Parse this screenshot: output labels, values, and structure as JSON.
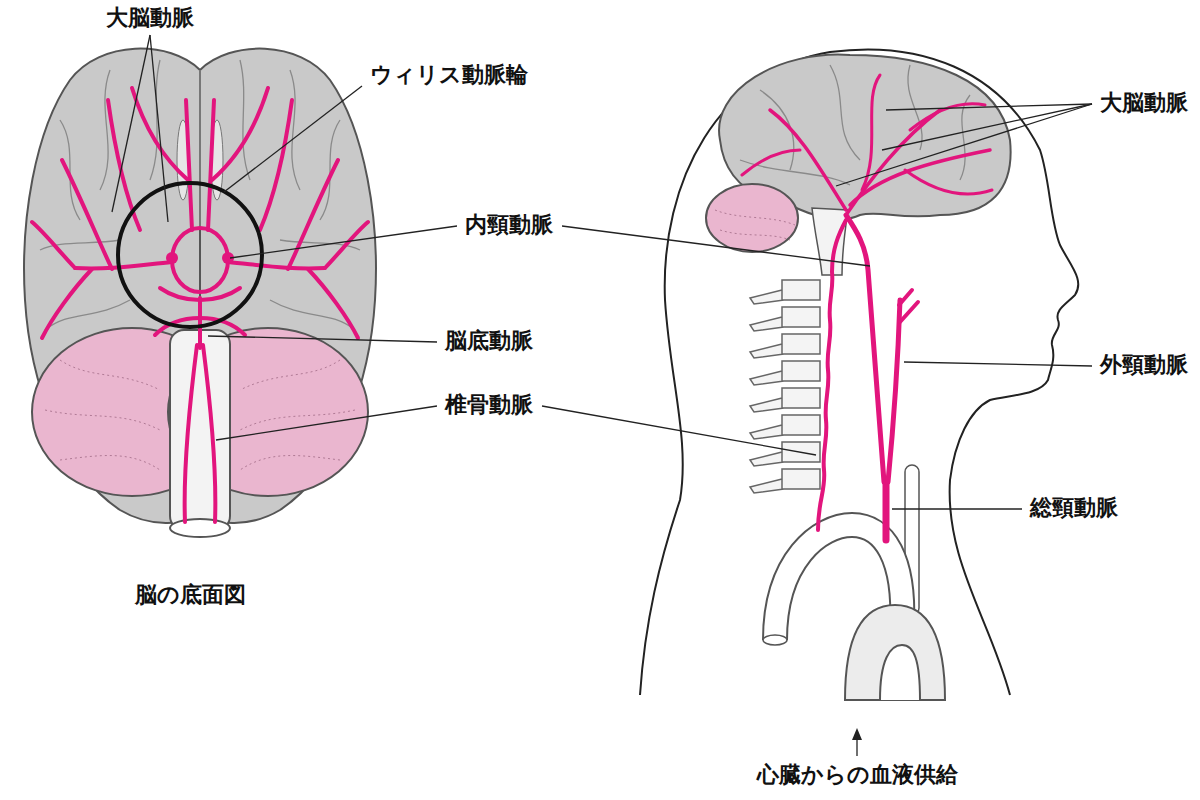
{
  "diagram": {
    "labels": [
      "大脳動脈",
      "ウィリス動脈輪",
      "大脳動脈",
      "内頸動脈",
      "脳底動脈",
      "外頸動脈",
      "椎骨動脈",
      "総頸動脈",
      "脳の底面図",
      "心臓からの血液供給"
    ]
  }
}
